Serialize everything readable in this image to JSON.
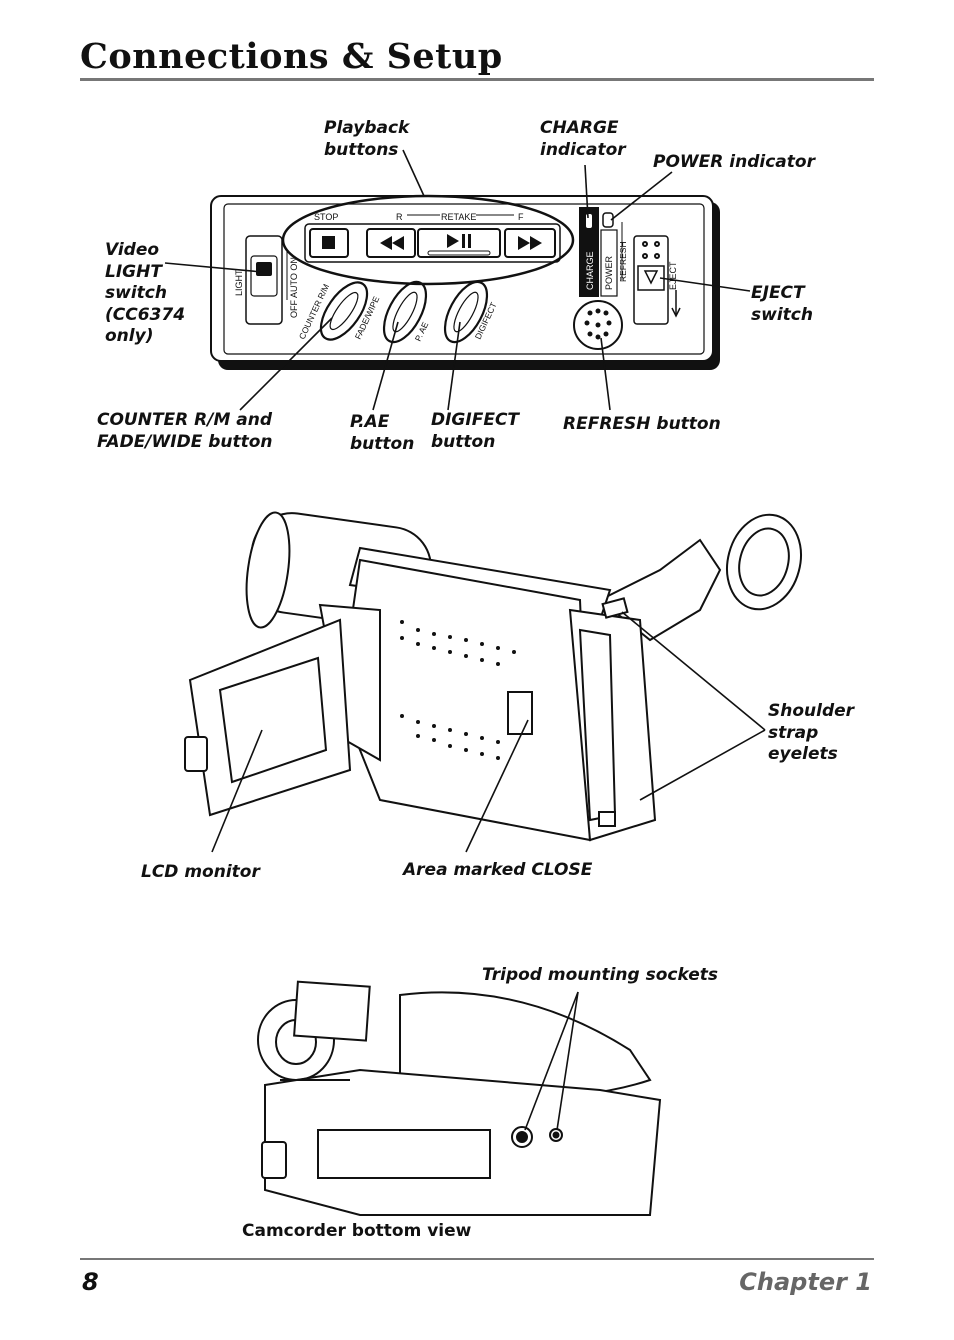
{
  "header": {
    "title": "Connections & Setup"
  },
  "panel": {
    "stop": "STOP",
    "rev": "R",
    "retake": "RETAKE",
    "fwd": "F",
    "light": "LIGHT",
    "light_positions": "OFF  AUTO  ON",
    "counter": "COUNTER R/M",
    "fade": "FADE/WIPE",
    "pae": "P. AE",
    "digifect": "DIGIFECT",
    "charge": "CHARGE",
    "power": "POWER",
    "refresh": "REFRESH",
    "eject": "EJECT"
  },
  "labels": {
    "playback": "Playback\nbuttons",
    "charge_ind": "CHARGE\nindicator",
    "power_ind": "POWER indicator",
    "video_light": "Video\nLIGHT\nswitch\n(CC6374\nonly)",
    "eject": "EJECT\nswitch",
    "counter": "COUNTER R/M and\nFADE/WIDE button",
    "pae": "P.AE\nbutton",
    "digifect": "DIGIFECT\nbutton",
    "refresh": "REFRESH button",
    "shoulder": "Shoulder\nstrap\neyelets",
    "lcd": "LCD monitor",
    "close_area": "Area marked CLOSE",
    "tripod": "Tripod mounting sockets"
  },
  "captions": {
    "bottom_view": "Camcorder bottom view"
  },
  "footer": {
    "page_number": "8",
    "chapter": "Chapter 1"
  }
}
